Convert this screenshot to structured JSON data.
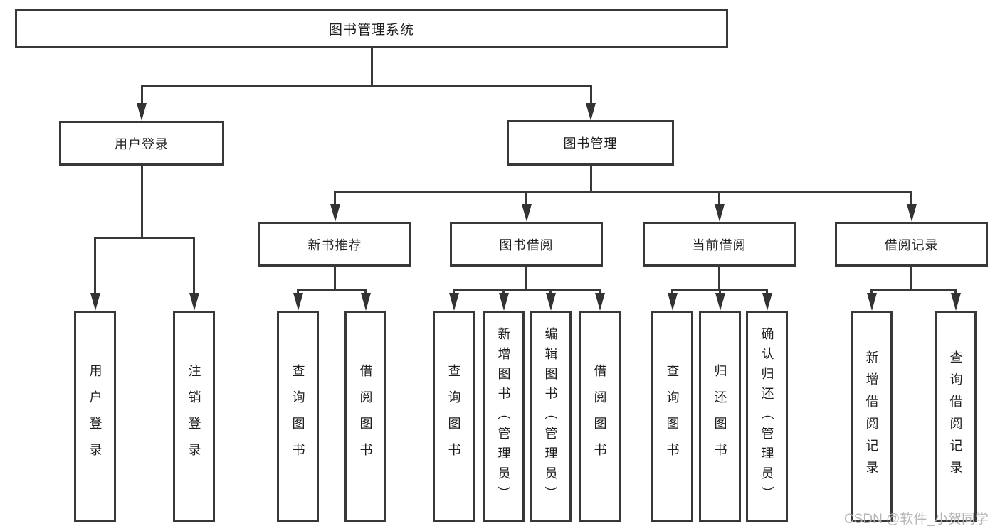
{
  "page": {
    "background": "#ffffff"
  },
  "colors": {
    "box_border": "#383838",
    "connector_line": "#383838",
    "arrowhead": "#333333",
    "text": "#1f1f1f",
    "watermark": "#b2b2b2"
  },
  "watermark": "CSDN @软件_小贺同学",
  "tree": {
    "label": "图书管理系统",
    "children": [
      {
        "label": "用户登录",
        "children": [
          {
            "label": "用户登录"
          },
          {
            "label": "注销登录"
          }
        ]
      },
      {
        "label": "图书管理",
        "children": [
          {
            "label": "新书推荐",
            "children": [
              {
                "label": "查询图书"
              },
              {
                "label": "借阅图书"
              }
            ]
          },
          {
            "label": "图书借阅",
            "children": [
              {
                "label": "查询图书"
              },
              {
                "label": "新增图书（管理员）"
              },
              {
                "label": "编辑图书（管理员）"
              },
              {
                "label": "借阅图书"
              }
            ]
          },
          {
            "label": "当前借阅",
            "children": [
              {
                "label": "查询图书"
              },
              {
                "label": "归还图书"
              },
              {
                "label": "确认归还（管理员）"
              }
            ]
          },
          {
            "label": "借阅记录",
            "children": [
              {
                "label": "新增借阅记录"
              },
              {
                "label": "查询借阅记录"
              }
            ]
          }
        ]
      }
    ]
  }
}
